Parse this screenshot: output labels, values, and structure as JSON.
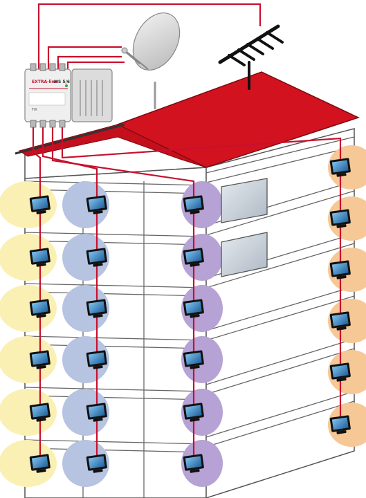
{
  "diagram": {
    "switch_brand": "EXTRA-line",
    "switch_model": "MS 5/6",
    "switch_small_text": "FIX",
    "colors": {
      "roof": "#d3121f",
      "roof_edge": "#8a0a12",
      "cable": "#c8102e",
      "wall": "#ffffff",
      "outline": "#444444",
      "tv_frame": "#111111",
      "tv_screen": "#2a7fbf",
      "zone_yellow": "#fbf0b4",
      "zone_blue": "#b6c4e2",
      "zone_purple": "#b6a2d4",
      "zone_orange": "#f6c896",
      "window": "#c9d3dc"
    }
  }
}
